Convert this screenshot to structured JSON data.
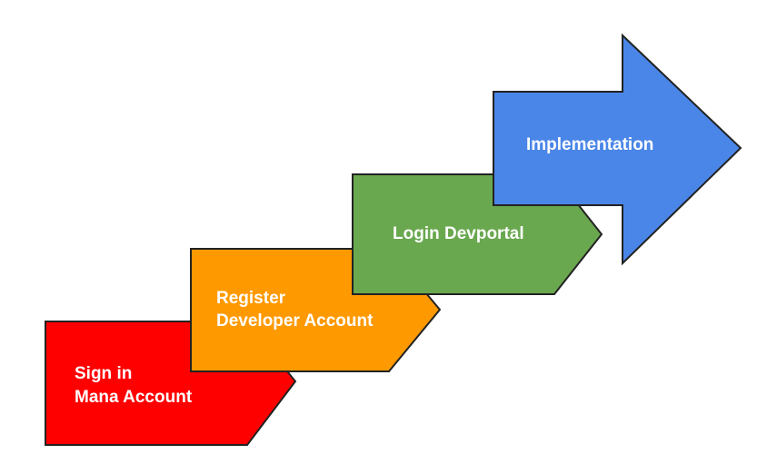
{
  "steps": [
    {
      "id": "sign-in",
      "lines": [
        "Sign in",
        "Mana Account"
      ],
      "color": "#ff0000"
    },
    {
      "id": "register",
      "lines": [
        "Register",
        "Developer Account"
      ],
      "color": "#ff9900"
    },
    {
      "id": "login",
      "lines": [
        "Login Devportal"
      ],
      "color": "#6aa84f"
    },
    {
      "id": "implementation",
      "lines": [
        "Implementation"
      ],
      "color": "#4a86e8"
    }
  ]
}
